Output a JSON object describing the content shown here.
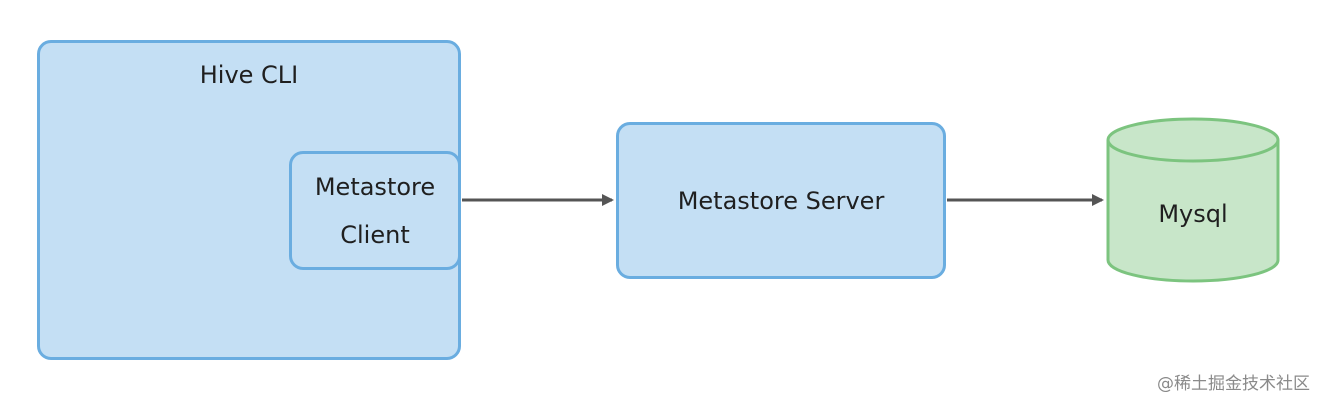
{
  "diagram": {
    "hive_cli": {
      "title": "Hive CLI"
    },
    "metastore_client": {
      "line1": "Metastore",
      "line2": "Client"
    },
    "metastore_server": {
      "label": "Metastore Server"
    },
    "database": {
      "label": "Mysql"
    },
    "colors": {
      "box_fill": "#c4dff4",
      "box_border": "#6aade0",
      "db_fill": "#c8e6c9",
      "db_border": "#7cc47f",
      "arrow": "#555555"
    }
  },
  "watermark": {
    "text": "@稀土掘金技术社区"
  }
}
